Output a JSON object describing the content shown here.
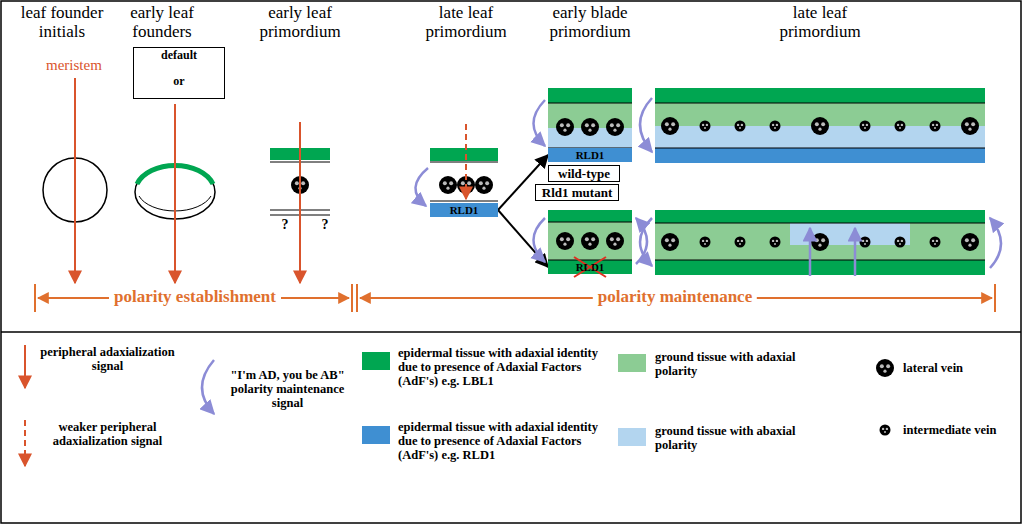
{
  "diagram": {
    "nodes": [
      {
        "text": [
          "default",
          "or"
        ]
      },
      {
        "text": [
          "RLD1"
        ]
      },
      {
        "text": [
          "RLD1"
        ]
      },
      {
        "text": [
          "wild-type"
        ]
      },
      {
        "text": [
          "Rld1 mutant"
        ]
      },
      {
        "text": [
          "RLD1"
        ]
      }
    ],
    "edges": [
      {
        "from": 1,
        "to": 2,
        "arrow": "to"
      },
      {
        "from": 1,
        "to": 5,
        "arrow": "to"
      }
    ],
    "labels": [
      "leaf founder initials",
      "early leaf founders",
      "early leaf primordium",
      "late leaf primordium",
      "early blade primordium",
      "late leaf primordium",
      "meristem",
      "?",
      "?",
      "polarity establishment",
      "polarity maintenance"
    ],
    "legend": [
      {
        "text": "peripheral adaxialization signal"
      },
      {
        "text": "weaker peripheral adaxialization signal"
      },
      {
        "text": "\"I'm AD, you be AB\" polarity maintenance signal"
      },
      {
        "text": "epidermal tissue with adaxial identity due to presence of Adaxial Factors (AdF's) e.g. LBL1",
        "color": "#00a651"
      },
      {
        "text": "epidermal tissue with adaxial identity due to presence of Adaxial Factors (AdF's) e.g. RLD1",
        "color": "#3f8fd2"
      },
      {
        "text": "ground tissue with adaxial polarity",
        "color": "#8ccc94"
      },
      {
        "text": "ground tissue with abaxial polarity",
        "color": "#b3d5ef"
      },
      {
        "text": "lateral vein"
      },
      {
        "text": "intermediate vein"
      }
    ]
  }
}
